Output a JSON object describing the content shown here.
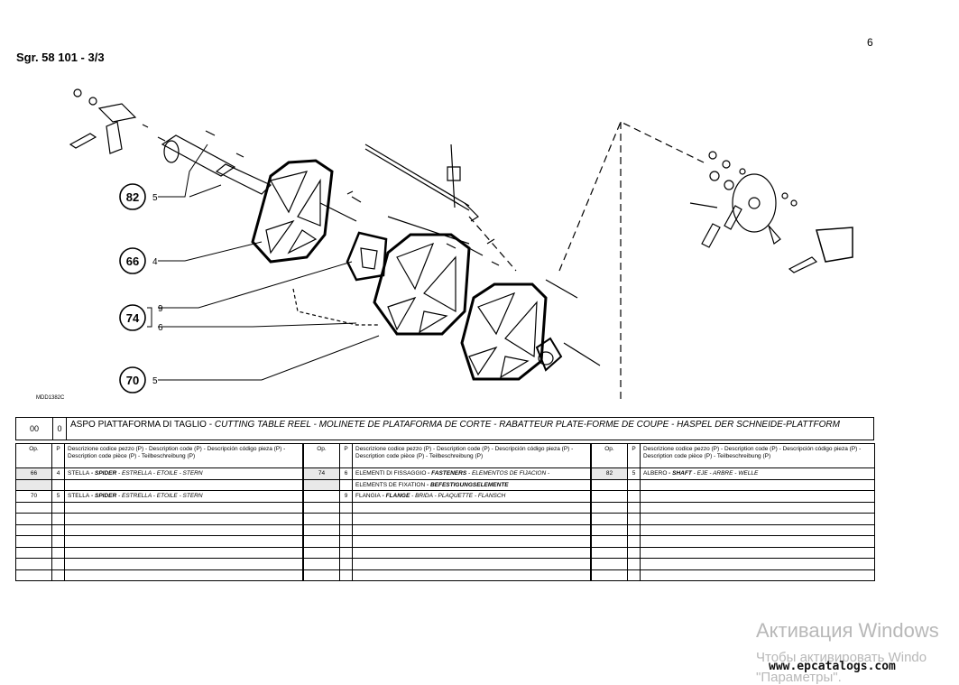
{
  "page_number": "6",
  "group_ref": "Sgr. 58 101 - 3/3",
  "drawing_code": "MDD1382C",
  "callouts": [
    {
      "ref": "82",
      "qty": "5"
    },
    {
      "ref": "66",
      "qty": "4"
    },
    {
      "ref": "74",
      "qty_a": "9",
      "qty_b": "6"
    },
    {
      "ref": "70",
      "qty": "5"
    }
  ],
  "header": {
    "group": "00",
    "pos": "0",
    "title_main": "ASPO PIATTAFORMA DI TAGLIO - ",
    "title_italic": "CUTTING TABLE REEL - MOLINETE DE PLATAFORMA DE CORTE - RABATTEUR PLATE-FORME DE COUPE - HASPEL DER SCHNEIDE-PLATTFORM"
  },
  "columns": {
    "op": "Op.",
    "p": "P",
    "desc": "Descrizione codice pezzo (P) - Description code (P) - Descripción código pieza (P) - Description code pièce (P) - Teilbeschreibung (P)"
  },
  "parts": {
    "col1": [
      {
        "op": "66",
        "p": "4",
        "desc": "STELLA - SPIDER - ESTRELLA - ETOILE - STERN"
      },
      {
        "op": "70",
        "p": "5",
        "desc": "STELLA - SPIDER - ESTRELLA - ETOILE - STERN"
      }
    ],
    "col2": [
      {
        "op": "74",
        "p": "6",
        "desc": "ELEMENTI DI FISSAGGIO - FASTENERS - ELEMENTOS DE FIJACION -"
      },
      {
        "op": "",
        "p": "",
        "desc": "ELEMENTS DE FIXATION - BEFESTIGUNGSELEMENTE"
      },
      {
        "op": "",
        "p": "9",
        "desc": "FLANGIA - FLANGE - BRIDA - PLAQUETTE - FLANSCH"
      }
    ],
    "col3": [
      {
        "op": "82",
        "p": "5",
        "desc": "ALBERO - SHAFT - EJE - ARBRE - WELLE"
      }
    ]
  },
  "watermark": {
    "line1": "Активация Windows",
    "line2": "Чтобы активировать Windo",
    "line3": "\"Параметры\"."
  },
  "site": "www.epcatalogs.com"
}
